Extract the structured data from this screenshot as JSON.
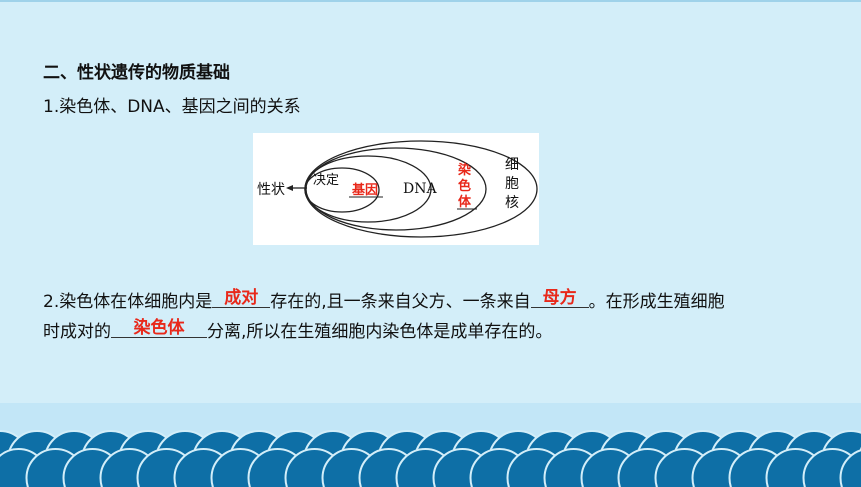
{
  "section": {
    "title": "二、性状遗传的物质基础",
    "subtitle": "1.染色体、DNA、基因之间的关系"
  },
  "diagram": {
    "trait": "性状",
    "decide": "决定",
    "gene": "基因",
    "dna": "DNA",
    "chromosome_chars": [
      "染",
      "色",
      "体"
    ],
    "nucleus_chars": [
      "细",
      "胞",
      "核"
    ],
    "answer_color": "#e8281a"
  },
  "paragraph": {
    "l1_a": "2.染色体在体细胞内是",
    "l1_blank1": "成对",
    "l1_b": "存在的,且一条来自父方、一条来自",
    "l1_blank2": "母方",
    "l1_c": "。在形成生殖细胞",
    "l2_a": "时成对的",
    "l2_blank": "染色体",
    "l2_b": "分离,所以在生殖细胞内染色体是成单存在的。"
  },
  "colors": {
    "background": "#d3eef9",
    "wave": "#0e6fa6"
  }
}
